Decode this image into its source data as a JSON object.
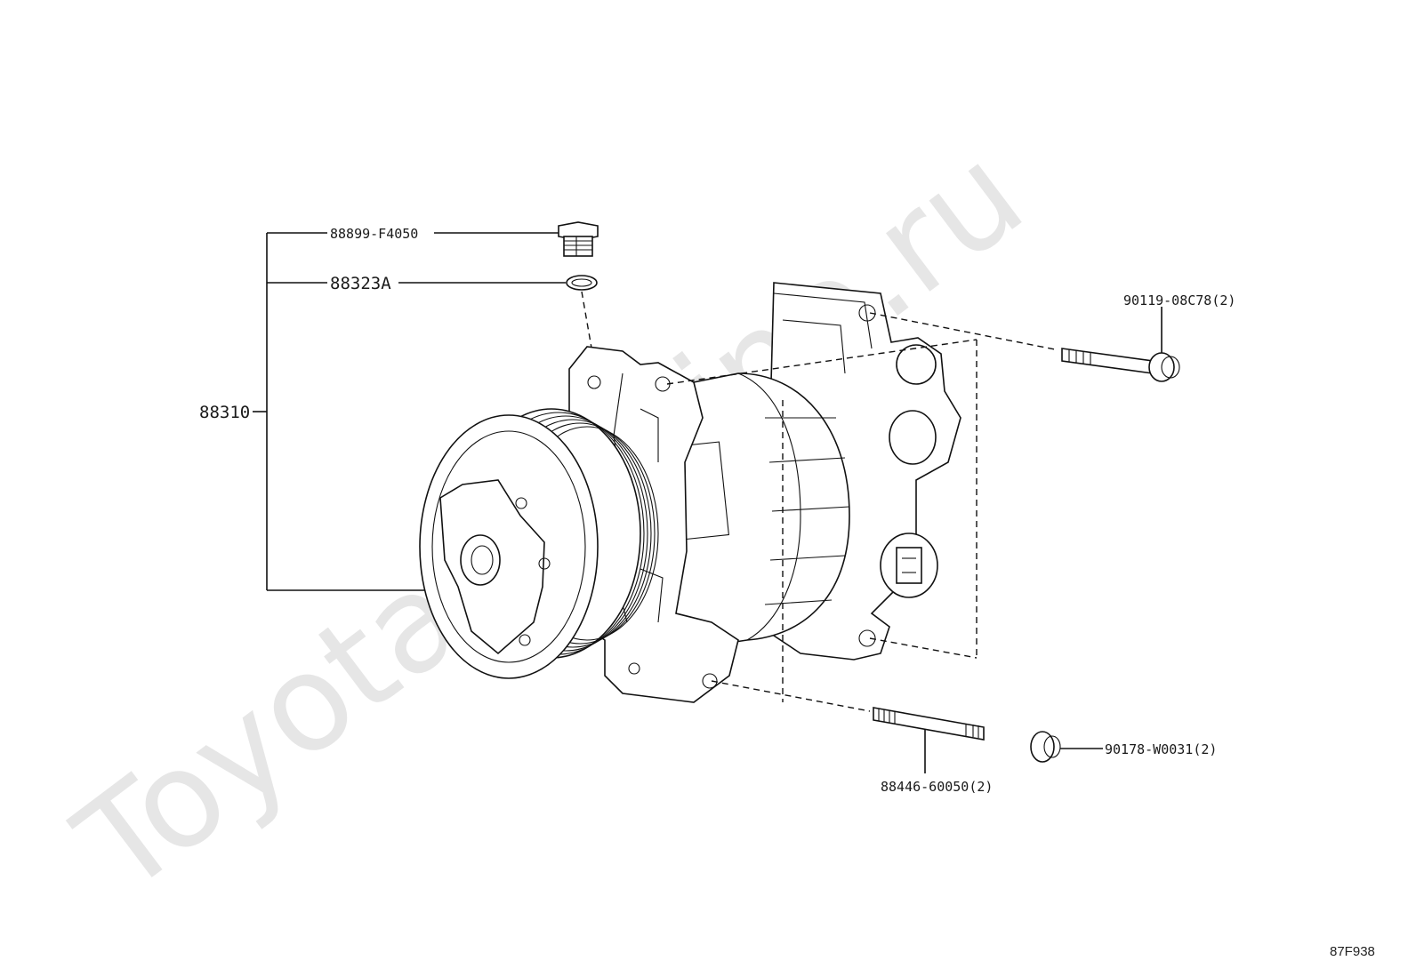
{
  "watermark": "Toyota-Carline.ru",
  "reference_code": "87F938",
  "callouts": {
    "assembly": "88310",
    "plug": "88899-F4050",
    "o_ring": "88323A",
    "bolt": "90119-08C78(2)",
    "stud": "88446-60050(2)",
    "nut": "90178-W0031(2)"
  }
}
